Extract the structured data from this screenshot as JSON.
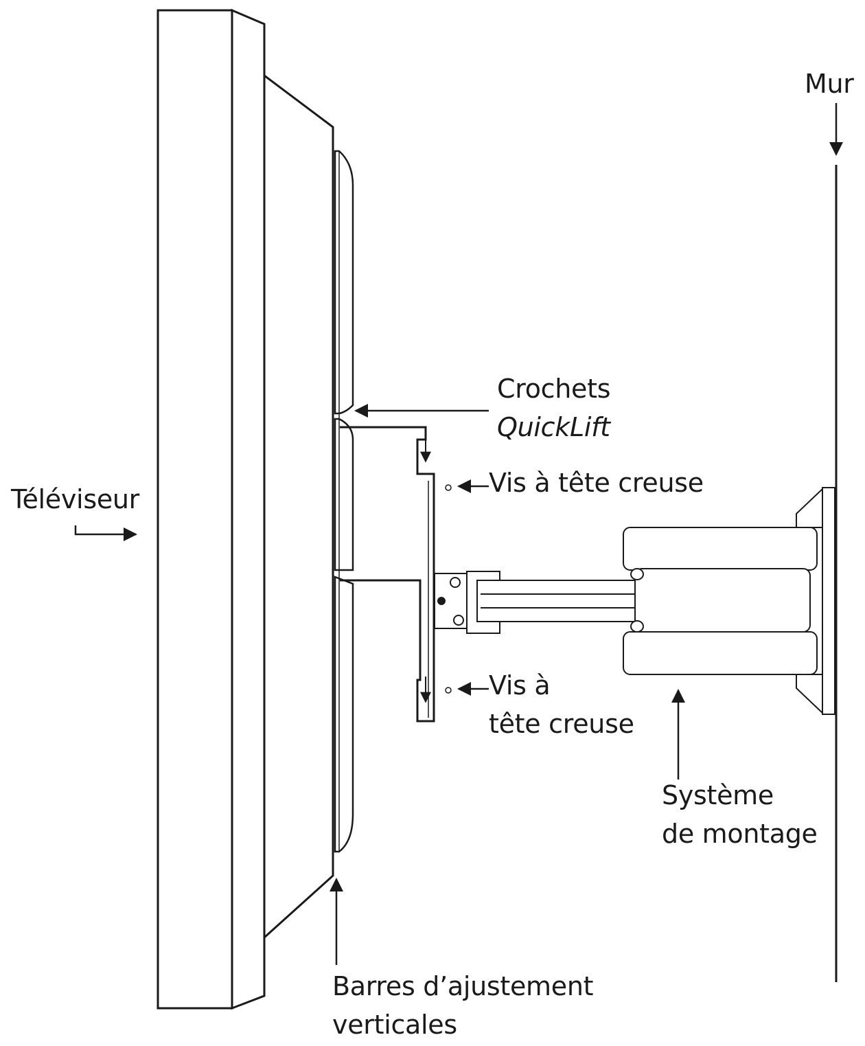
{
  "labels": {
    "wall": "Mur",
    "tv": "Téléviseur",
    "hooks_line1": "Crochets",
    "hooks_line2": "QuickLift",
    "screw_top": "Vis à tête creuse",
    "screw_bottom_line1": "Vis à",
    "screw_bottom_line2": "tête creuse",
    "mount_line1": "Système",
    "mount_line2": "de montage",
    "bars_line1": "Barres d’ajustement",
    "bars_line2": "verticales"
  },
  "colors": {
    "line": "#1a1a1a",
    "fill": "#ffffff"
  }
}
